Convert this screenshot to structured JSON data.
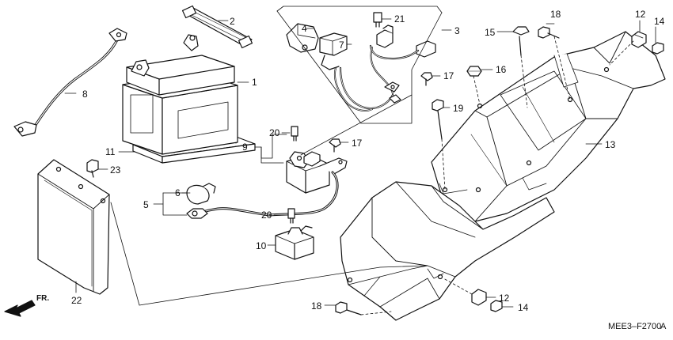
{
  "diagram": {
    "callouts": {
      "c1": "1",
      "c2": "2",
      "c3": "3",
      "c4": "4",
      "c5": "5",
      "c6": "6",
      "c7": "7",
      "c8": "8",
      "c9": "9",
      "c10": "10",
      "c11": "11",
      "c12a": "12",
      "c12b": "12",
      "c13": "13",
      "c14a": "14",
      "c14b": "14",
      "c15": "15",
      "c16": "16",
      "c17a": "17",
      "c17b": "17",
      "c18a": "18",
      "c18b": "18",
      "c19": "19",
      "c20a": "20",
      "c20b": "20",
      "c21": "21",
      "c22": "22",
      "c23": "23"
    },
    "direction_label": "FR.",
    "drawing_code": "MEE3–F2700",
    "drawing_suffix": "A"
  }
}
